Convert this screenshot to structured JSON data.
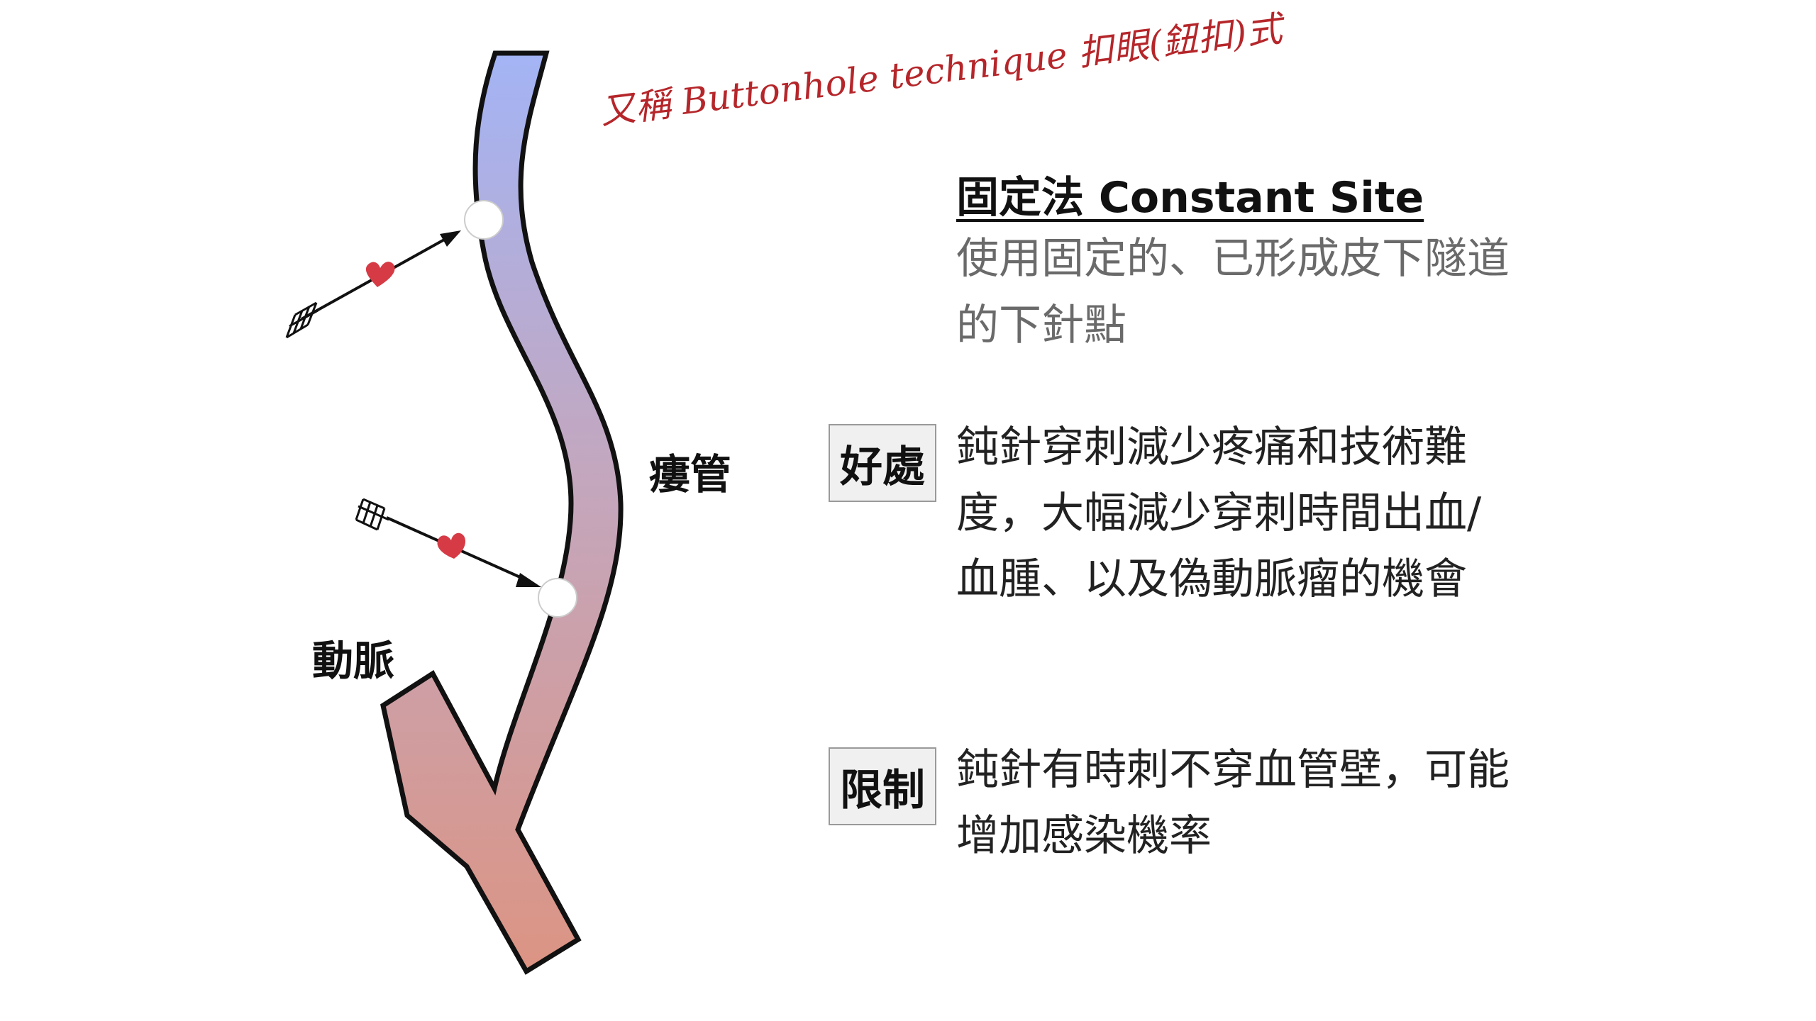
{
  "diagram": {
    "fistula_label": "瘻管",
    "artery_label": "動脈",
    "alias_note": "又稱 Buttonhole technique 扣眼(鈕扣)式"
  },
  "method": {
    "title": "固定法 Constant Site",
    "description": "使用固定的、已形成皮下隧道的下針點"
  },
  "benefit": {
    "tag": "好處",
    "text": "鈍針穿刺減少疼痛和技術難度，大幅減少穿刺時間出血/血腫、以及偽動脈瘤的機會"
  },
  "limitation": {
    "tag": "限制",
    "text": "鈍針有時刺不穿血管壁，可能增加感染機率"
  },
  "colors": {
    "vessel_top": "#a3b4f5",
    "vessel_bottom": "#dc9483",
    "heart": "#d63b45",
    "alias_note": "#b5262a"
  }
}
